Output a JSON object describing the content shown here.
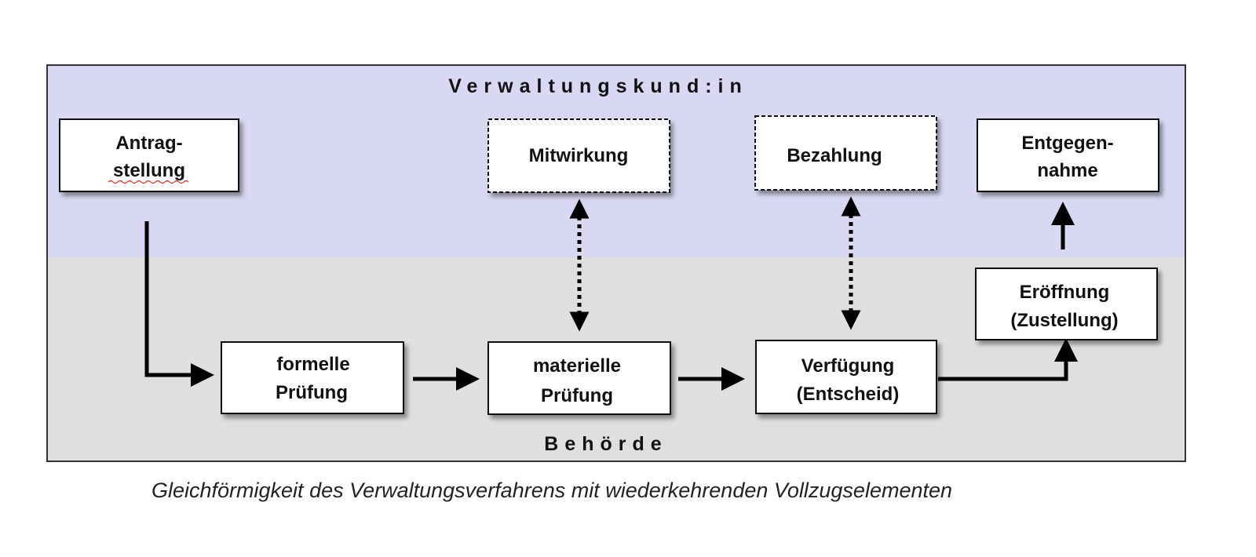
{
  "lanes": {
    "top": "Verwaltungskund:in",
    "bottom": "Behörde"
  },
  "boxes": {
    "antragstellung": [
      "Antrag-",
      "stellung"
    ],
    "mitwirkung": [
      "Mitwirkung"
    ],
    "bezahlung": [
      "Bezahlung"
    ],
    "entgegennahme": [
      "Entgegen-",
      "nahme"
    ],
    "formelle": [
      "formelle",
      "Prüfung"
    ],
    "materielle": [
      "materielle",
      "Prüfung"
    ],
    "verfuegung": [
      "Verfügung",
      "(Entscheid)"
    ],
    "eroeffnung": [
      "Eröffnung",
      "(Zustellung)"
    ]
  },
  "caption": "Gleichförmigkeit des Verwaltungsverfahrens mit wiederkehrenden Vollzugselementen",
  "colors": {
    "client_lane": "#d8d8f2",
    "authority_lane": "#dfdfdf"
  }
}
